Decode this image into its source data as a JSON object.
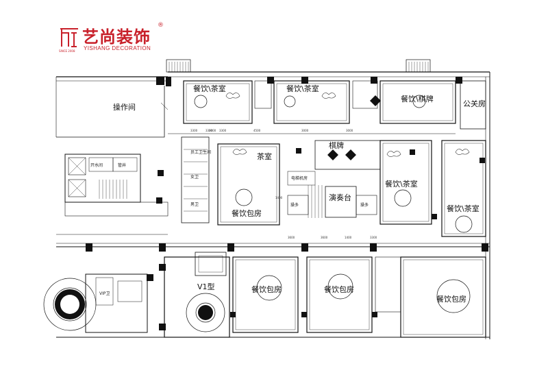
{
  "logo": {
    "name_cn": "艺尚装饰",
    "name_en": "YISHANG DECORATION",
    "registered": "®",
    "side_text": "SINCE 2008"
  },
  "rooms": [
    {
      "id": "caozuojian",
      "label": "操作间"
    },
    {
      "id": "canyin-chashi-1",
      "label": "餐饮\\茶室"
    },
    {
      "id": "canyin-chashi-2",
      "label": "餐饮\\茶室"
    },
    {
      "id": "canyin-qipai",
      "label": "餐饮\\棋牌"
    },
    {
      "id": "gongguanfang",
      "label": "公关房"
    },
    {
      "id": "chashi",
      "label": "茶室"
    },
    {
      "id": "qipai",
      "label": "棋牌"
    },
    {
      "id": "canyin-chashi-3",
      "label": "餐饮\\茶室"
    },
    {
      "id": "canyin-chashi-4",
      "label": "餐饮\\茶室"
    },
    {
      "id": "yanzoutai",
      "label": "演奏台"
    },
    {
      "id": "canyin-baofang-1",
      "label": "餐饮包房"
    },
    {
      "id": "canyin-baofang-2",
      "label": "餐饮包房"
    },
    {
      "id": "canyin-baofang-3",
      "label": "餐饮包房"
    },
    {
      "id": "canyin-baofang-4",
      "label": "餐饮包房"
    },
    {
      "id": "v1",
      "label": "V1型"
    }
  ],
  "small_labels": {
    "kaishuijian": "开水间",
    "guanjing": "管井",
    "nvgongweisheng": "员工卫生间",
    "bangong": "电梯机房",
    "zaopu1": "操多",
    "zaopu2": "操多",
    "nv": "女卫",
    "nan": "男卫",
    "vip": "VIP卫"
  },
  "dimensions": [
    "3300",
    "3300",
    "3300",
    "4500",
    "3000",
    "3000",
    "3600",
    "3600",
    "1400",
    "1400",
    "3300",
    "3000"
  ]
}
